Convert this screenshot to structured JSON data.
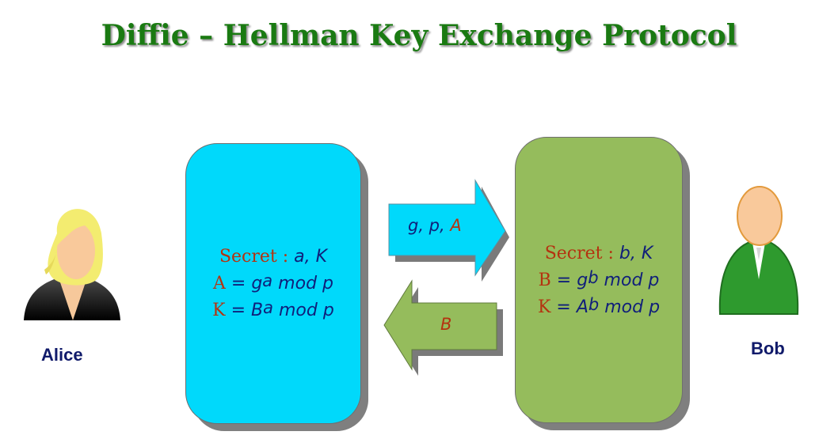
{
  "title": "Diffie – Hellman Key Exchange Protocol",
  "alice": {
    "name": "Alice",
    "secret_label": "Secret :",
    "secret_value": "a, K",
    "line1": {
      "lhs": "A",
      "eq": "=",
      "base": "g",
      "exp": "a",
      "rest": "mod p"
    },
    "line2": {
      "lhs": "K",
      "eq": "=",
      "base": "B",
      "exp": "a",
      "rest": "mod p"
    }
  },
  "bob": {
    "name": "Bob",
    "secret_label": "Secret :",
    "secret_value": "b, K",
    "line1": {
      "lhs": "B",
      "eq": "=",
      "base": "g",
      "exp": "b",
      "rest": "mod p"
    },
    "line2": {
      "lhs": "K",
      "eq": "=",
      "base": "A",
      "exp": "b",
      "rest": "mod p"
    }
  },
  "messages": {
    "to_bob": {
      "pre": "g,  p,",
      "last": "A"
    },
    "to_alice": "B"
  },
  "colors": {
    "title": "#1a7a12",
    "alice_box": "#00d9fb",
    "bob_box": "#95bc5c",
    "variable_red": "#b43310",
    "text_blue": "#101f7a"
  }
}
